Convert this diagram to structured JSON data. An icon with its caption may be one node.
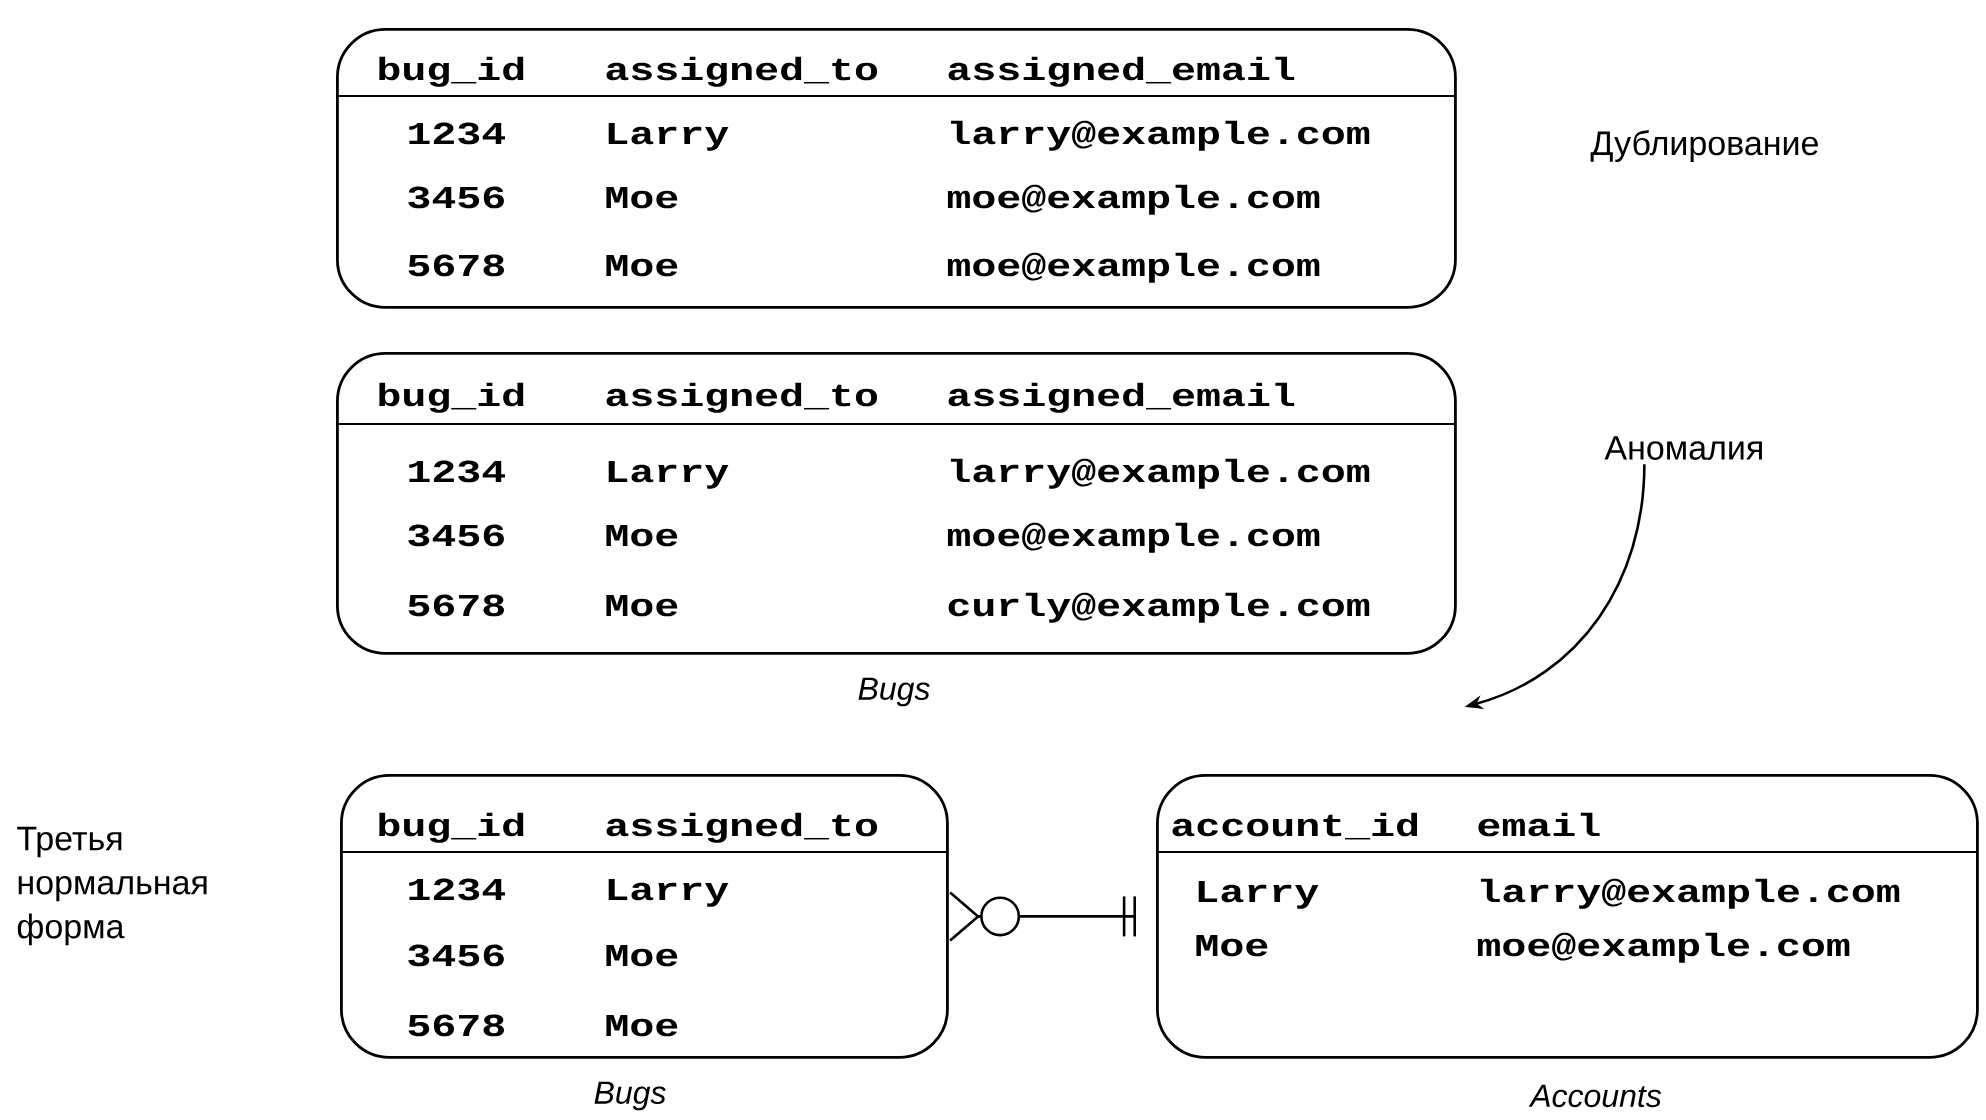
{
  "diagram": {
    "nodes": [
      {
        "text": [
          "bug_id",
          "assigned_to",
          "assigned_email",
          "1234",
          "Larry",
          "larry@example.com",
          "3456",
          "Moe",
          "moe@example.com",
          "5678",
          "Moe",
          "moe@example.com"
        ]
      },
      {
        "text": [
          "bug_id",
          "assigned_to",
          "assigned_email",
          "1234",
          "Larry",
          "larry@example.com",
          "3456",
          "Moe",
          "moe@example.com",
          "5678",
          "Moe",
          "curly@example.com"
        ],
        "beside": [
          "Bugs"
        ]
      },
      {
        "text": [
          "Аномалия"
        ]
      },
      {
        "text": [
          "bug_id",
          "assigned_to",
          "1234",
          "Larry",
          "3456",
          "Moe",
          "5678",
          "Moe"
        ],
        "beside": [
          "Bugs"
        ]
      },
      {
        "text": [
          "account_id",
          "email",
          "Larry",
          "larry@example.com",
          "Moe",
          "moe@example.com"
        ],
        "beside": [
          "Accounts"
        ]
      }
    ],
    "edges": [
      {
        "from": 2,
        "to": 1,
        "arrow": "to"
      },
      {
        "from": 3,
        "to": 4,
        "arrow": "other"
      }
    ],
    "labels": [
      "Дублирование",
      "Третья нормальная форма"
    ]
  }
}
